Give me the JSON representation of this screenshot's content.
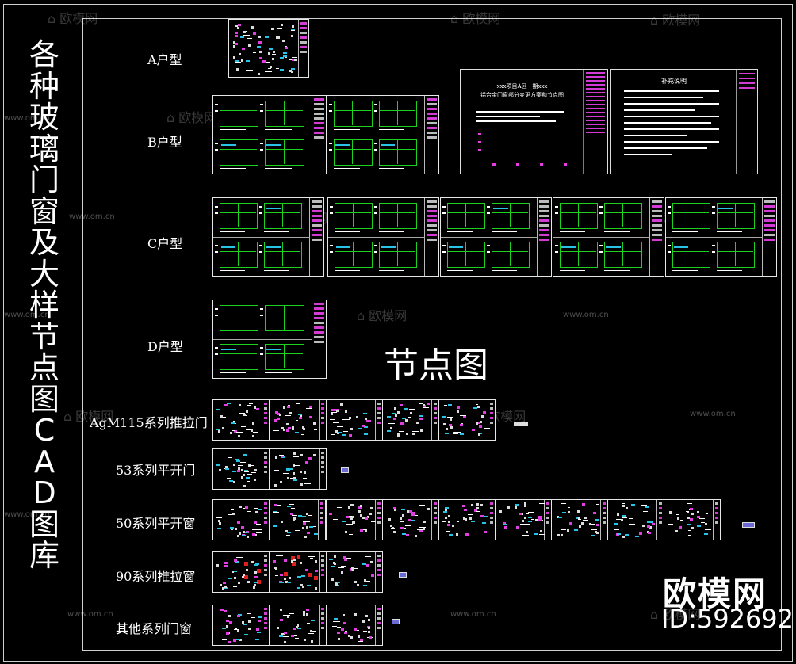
{
  "vertical_title": [
    "各",
    "种",
    "玻",
    "璃",
    "门",
    "窗",
    "及",
    "大",
    "样",
    "节",
    "点",
    "图",
    "C",
    "A",
    "D",
    "图",
    "库"
  ],
  "row_labels": {
    "a": "A户型",
    "b": "B户型",
    "c": "C户型",
    "d": "D户型",
    "agm115": "AgM115系列推拉门",
    "s53": "53系列平开门",
    "s50": "50系列平开窗",
    "s90": "90系列推拉窗",
    "other": "其他系列门窗"
  },
  "node_title": "节点图",
  "cover_sheet": {
    "line1": "xxx项目A区一期xxx",
    "line2": "铝合金门窗部分变更方案和节点图"
  },
  "notes_sheet": {
    "title": "补充说明"
  },
  "watermark": {
    "brand": "欧模网",
    "url": "www.om.cn"
  },
  "logo": {
    "brand": "欧模网",
    "id": "ID:592692"
  },
  "colors": {
    "green": "#1fd11f",
    "magenta": "#e33ee3",
    "cyan": "#27c4e8",
    "red": "#e02020"
  }
}
